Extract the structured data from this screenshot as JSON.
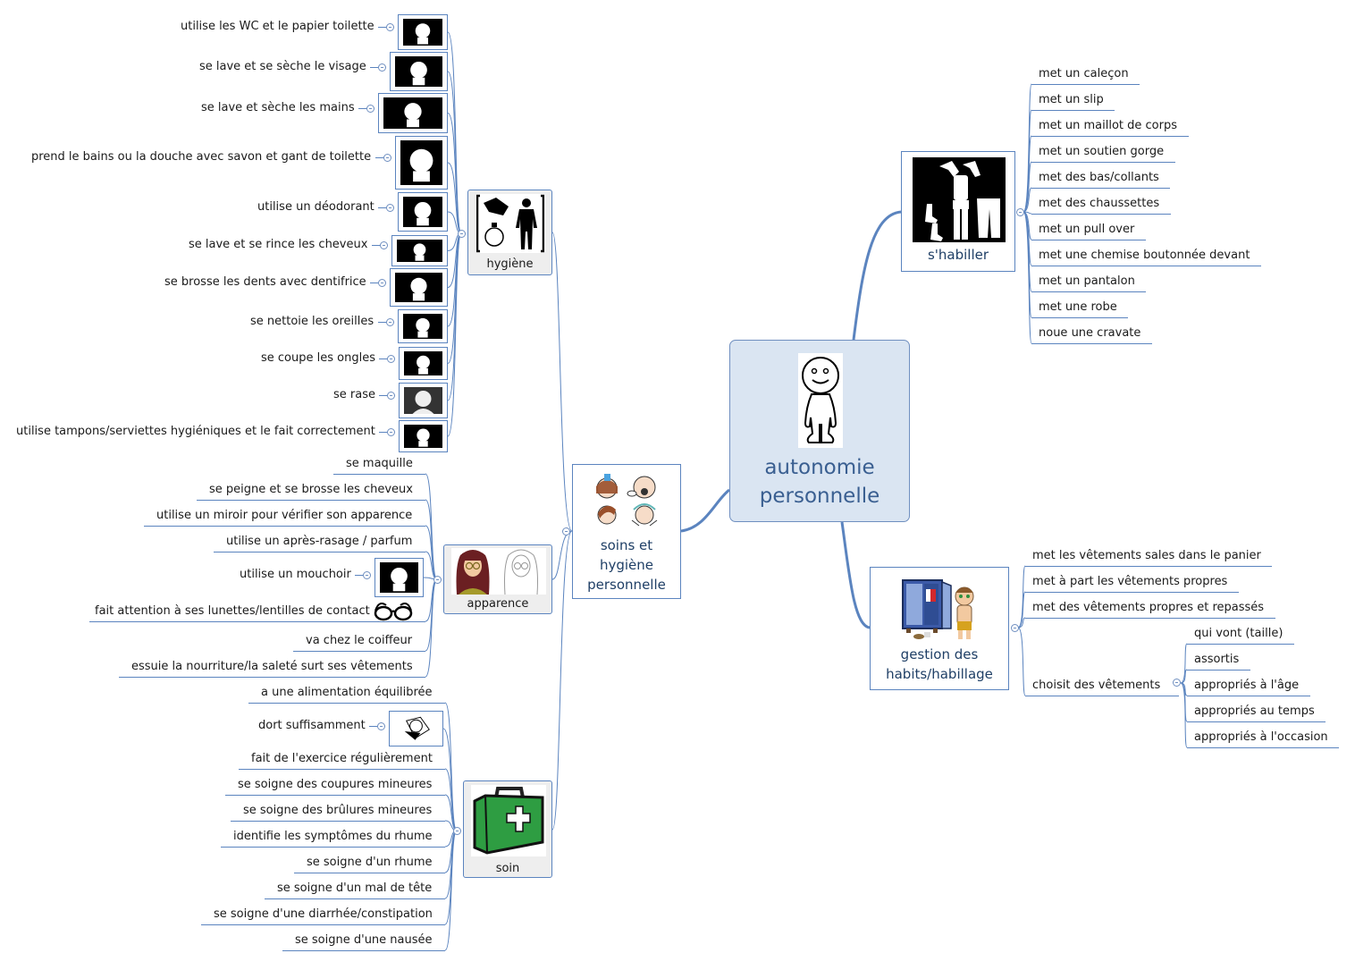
{
  "root": {
    "title_line1": "autonomie",
    "title_line2": "personnelle",
    "icon": "smiling-person-icon"
  },
  "colors": {
    "root_fill": "#dae5f2",
    "line": "#5b84bf",
    "title_text": "#3a5f91",
    "subtopic_text": "#1f3f66",
    "firstaid_green": "#2e9d42"
  },
  "branches": {
    "shabiller": {
      "label": "s'habiller",
      "icon": "dressing-pictogram-icon",
      "items": [
        "met un caleçon",
        "met un slip",
        "met un maillot de corps",
        "met un soutien gorge",
        "met des bas/collants",
        "met des chaussettes",
        "met un pull over",
        "met une chemise boutonnée devant",
        "met un pantalon",
        "met une robe",
        "noue une cravate"
      ]
    },
    "gestion": {
      "label_line1": "gestion des",
      "label_line2": "habits/habillage",
      "icon": "wardrobe-boy-icon",
      "items": [
        "met les vêtements sales dans le panier",
        "met à part les vêtements propres",
        "met des vêtements propres et repassés"
      ],
      "choisit": {
        "label": "choisit des vêtements",
        "items": [
          "qui vont (taille)",
          "assortis",
          "appropriés à l'âge",
          "appropriés au temps",
          "appropriés à l'occasion"
        ]
      }
    },
    "soins": {
      "label_line1": "soins et",
      "label_line2": "hygiène",
      "label_line3": "personnelle",
      "icon": "personal-care-faces-icon",
      "hygiene": {
        "label": "hygiène",
        "icon": "hygiene-pictogram-icon",
        "items": [
          {
            "label": "utilise les WC et le papier toilette",
            "icon": "toilet-icon"
          },
          {
            "label": "se lave et se sèche le visage",
            "icon": "wash-face-icon"
          },
          {
            "label": "se lave et sèche les mains",
            "icon": "wash-hands-icon"
          },
          {
            "label": "prend le bains ou la douche avec savon et gant de toilette",
            "icon": "shower-icon"
          },
          {
            "label": "utilise un déodorant",
            "icon": "deodorant-icon"
          },
          {
            "label": "se lave et se rince les cheveux",
            "icon": "wash-hair-icon"
          },
          {
            "label": "se brosse les dents avec dentifrice",
            "icon": "toothbrush-icon"
          },
          {
            "label": "se nettoie les oreilles",
            "icon": "ear-cleaning-icon"
          },
          {
            "label": "se coupe les ongles",
            "icon": "nail-clipping-icon"
          },
          {
            "label": "se rase",
            "icon": "shaving-icon"
          },
          {
            "label": "utilise tampons/serviettes hygiéniques et le fait correctement",
            "icon": "sanitary-pad-icon"
          }
        ]
      },
      "apparence": {
        "label": "apparence",
        "icon": "woman-glasses-icon",
        "items": [
          {
            "label": "se maquille"
          },
          {
            "label": "se peigne et se brosse les cheveux"
          },
          {
            "label": "utilise un miroir pour vérifier son apparence"
          },
          {
            "label": "utilise un après-rasage / parfum"
          },
          {
            "label": "utilise un mouchoir",
            "icon": "tissue-blowing-nose-icon"
          },
          {
            "label": "fait attention à ses lunettes/lentilles de contact",
            "icon": "glasses-icon"
          },
          {
            "label": "va chez le coiffeur"
          },
          {
            "label": "essuie la nourriture/la saleté surt ses vêtements"
          }
        ]
      },
      "soin": {
        "label": "soin",
        "icon": "first-aid-kit-icon",
        "items": [
          {
            "label": "a une alimentation équilibrée"
          },
          {
            "label": "dort suffisamment",
            "icon": "sleeping-icon"
          },
          {
            "label": "fait de l'exercice régulièrement"
          },
          {
            "label": "se soigne des coupures mineures"
          },
          {
            "label": "se soigne des brûlures mineures"
          },
          {
            "label": "identifie les symptômes du rhume"
          },
          {
            "label": "se soigne d'un rhume"
          },
          {
            "label": "se soigne d'un mal de tête"
          },
          {
            "label": "se soigne d'une diarrhée/constipation"
          },
          {
            "label": "se soigne d'une nausée"
          }
        ]
      }
    }
  }
}
